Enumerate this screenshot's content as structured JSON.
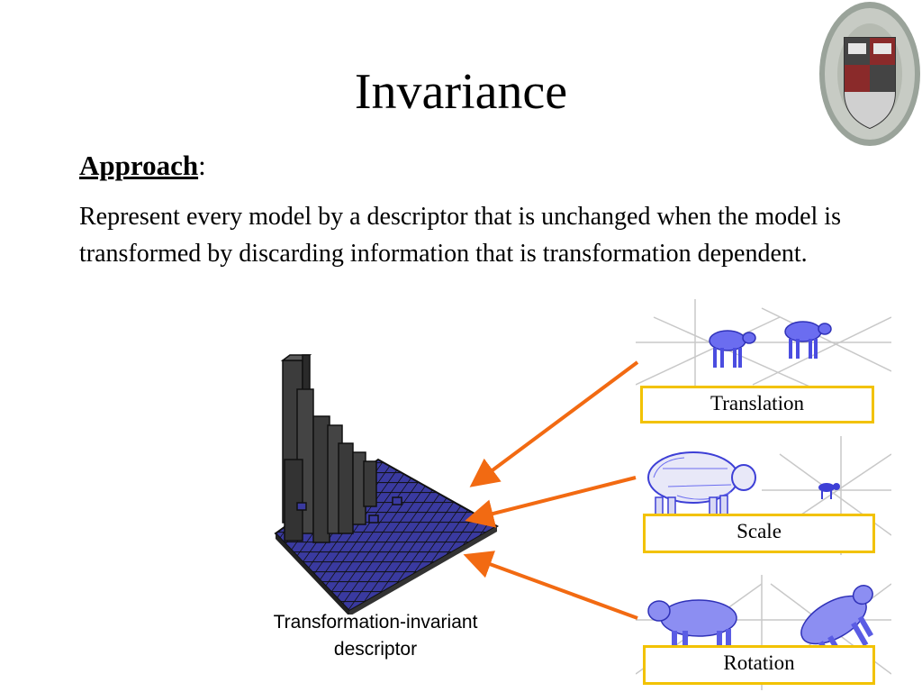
{
  "slide": {
    "title": "Invariance",
    "approach_label": "Approach",
    "approach_colon": ":",
    "body_text": "Represent every model by a descriptor that is unchanged when the model is transformed by discarding information that is transformation dependent.",
    "caption_line1": "Transformation-invariant",
    "caption_line2": "descriptor"
  },
  "panels": [
    {
      "label": "Translation"
    },
    {
      "label": "Scale"
    },
    {
      "label": "Rotation"
    }
  ],
  "colors": {
    "arrow": "#f26a12",
    "label_border": "#f2c200",
    "model": "#3d3fd6",
    "grid": "#c8c8c8"
  },
  "icons": {
    "seal": "university-seal-icon",
    "descriptor": "3d-histogram-icon",
    "model": "cow-mesh-icon"
  }
}
